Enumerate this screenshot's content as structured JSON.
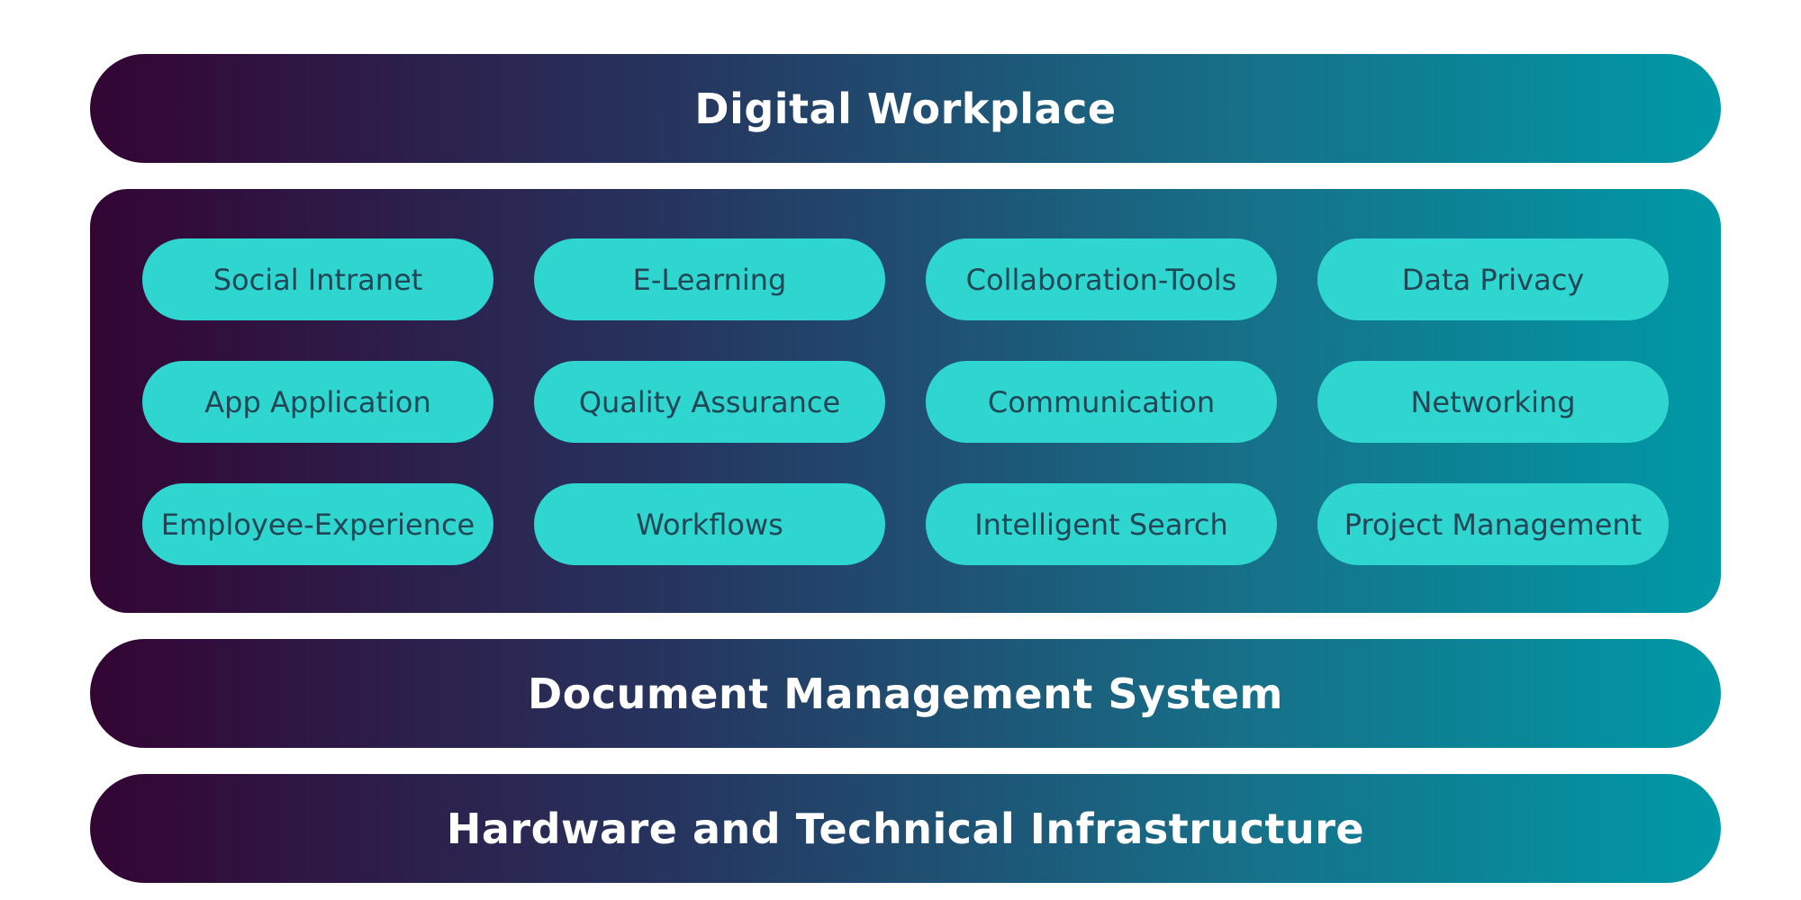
{
  "layers": {
    "top": "Digital Workplace",
    "modules": [
      "Social Intranet",
      "E-Learning",
      "Collaboration-Tools",
      "Data Privacy",
      "App Application",
      "Quality Assurance",
      "Communication",
      "Networking",
      "Employee-Experience",
      "Workflows",
      "Intelligent Search",
      "Project Management"
    ],
    "document_management": "Document Management System",
    "infrastructure": "Hardware and Technical Infrastructure"
  },
  "colors": {
    "gradient_start": "#330533",
    "gradient_mid": "#26355f",
    "gradient_end": "#0099a6",
    "pill_fill": "#2fd6cf",
    "pill_text": "#214656",
    "band_text": "#ffffff"
  }
}
